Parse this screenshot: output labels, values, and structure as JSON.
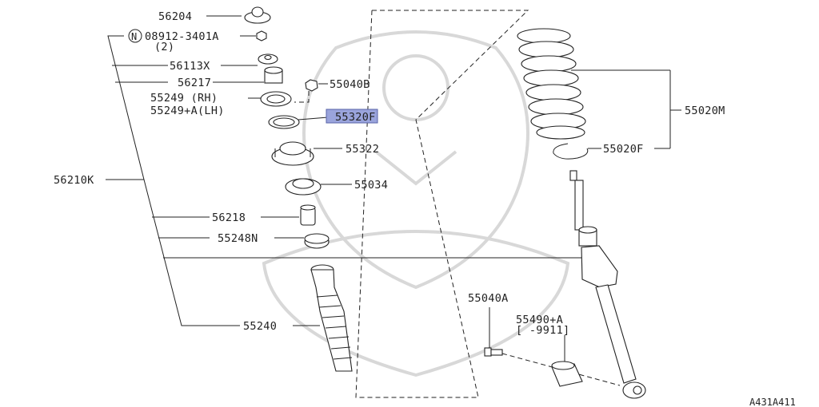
{
  "diagram": {
    "figure_code": "A431A411",
    "labels": {
      "p56204": "56204",
      "n_mark": "N",
      "p08912": "08912-3401A",
      "p08912_qty": "(2)",
      "p56113x": "56113X",
      "p56217": "56217",
      "p55040b": "55040B",
      "p55249_rh": "55249 (RH)",
      "p55249_lh": "55249+A(LH)",
      "p55320f": "55320F",
      "p55322": "55322",
      "p55034": "55034",
      "p56210k": "56210K",
      "p56218": "56218",
      "p55248n": "55248N",
      "p55240": "55240",
      "p55040a": "55040A",
      "p55490": "55490+A",
      "p55490_range": "[      -9911]",
      "p55020m": "55020M",
      "p55020f": "55020F"
    },
    "highlight_color": "#9aa4dc",
    "line_color": "#222222"
  }
}
